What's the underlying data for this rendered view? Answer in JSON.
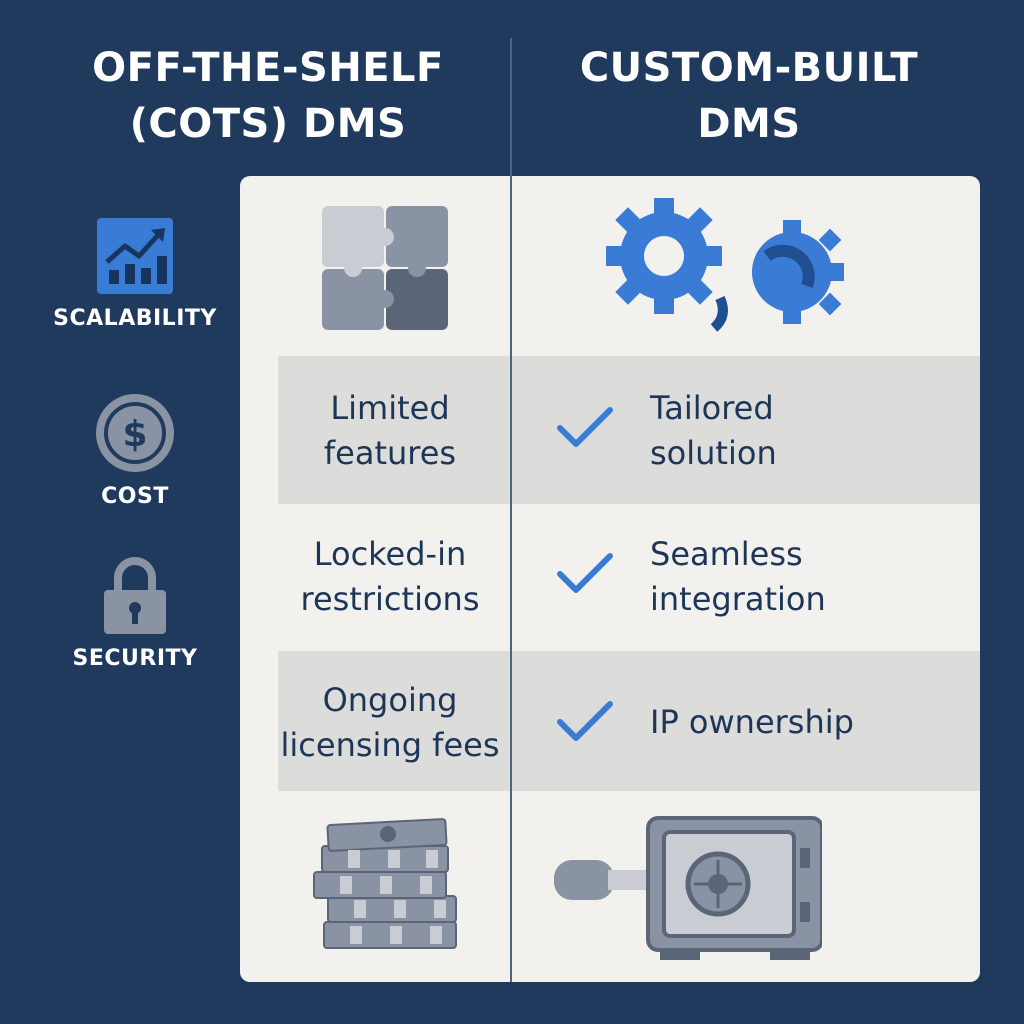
{
  "columns": {
    "left": {
      "line1": "OFF-THE-SHELF",
      "line2": "(COTS) DMS"
    },
    "right": {
      "line1": "CUSTOM-BUILT",
      "line2": "DMS"
    }
  },
  "criteria": [
    {
      "label": "SCALABILITY",
      "icon": "chart-growth-icon"
    },
    {
      "label": "COST",
      "icon": "dollar-coin-icon"
    },
    {
      "label": "SECURITY",
      "icon": "padlock-icon"
    }
  ],
  "rows": [
    {
      "left": [
        "Limited",
        "features"
      ],
      "right": [
        "Tailored",
        "solution"
      ],
      "check": true
    },
    {
      "left": [
        "Locked-in",
        "restrictions"
      ],
      "right": [
        "Seamless",
        "integration"
      ],
      "check": true
    },
    {
      "left": [
        "Ongoing",
        "licensing fees"
      ],
      "right": [
        "IP ownership"
      ],
      "check": true
    }
  ],
  "icons": {
    "top_left": "puzzle-icon",
    "top_right": "gears-icon",
    "bottom_left": "cash-stack-icon",
    "bottom_right": "vault-safe-icon"
  },
  "colors": {
    "background": "#203a5e",
    "panel": "#f2f1ee",
    "band": "#dcdcdb",
    "accent_blue": "#3a7bd5",
    "text_dark": "#1d3557",
    "icon_gray": "#8a93a3"
  }
}
